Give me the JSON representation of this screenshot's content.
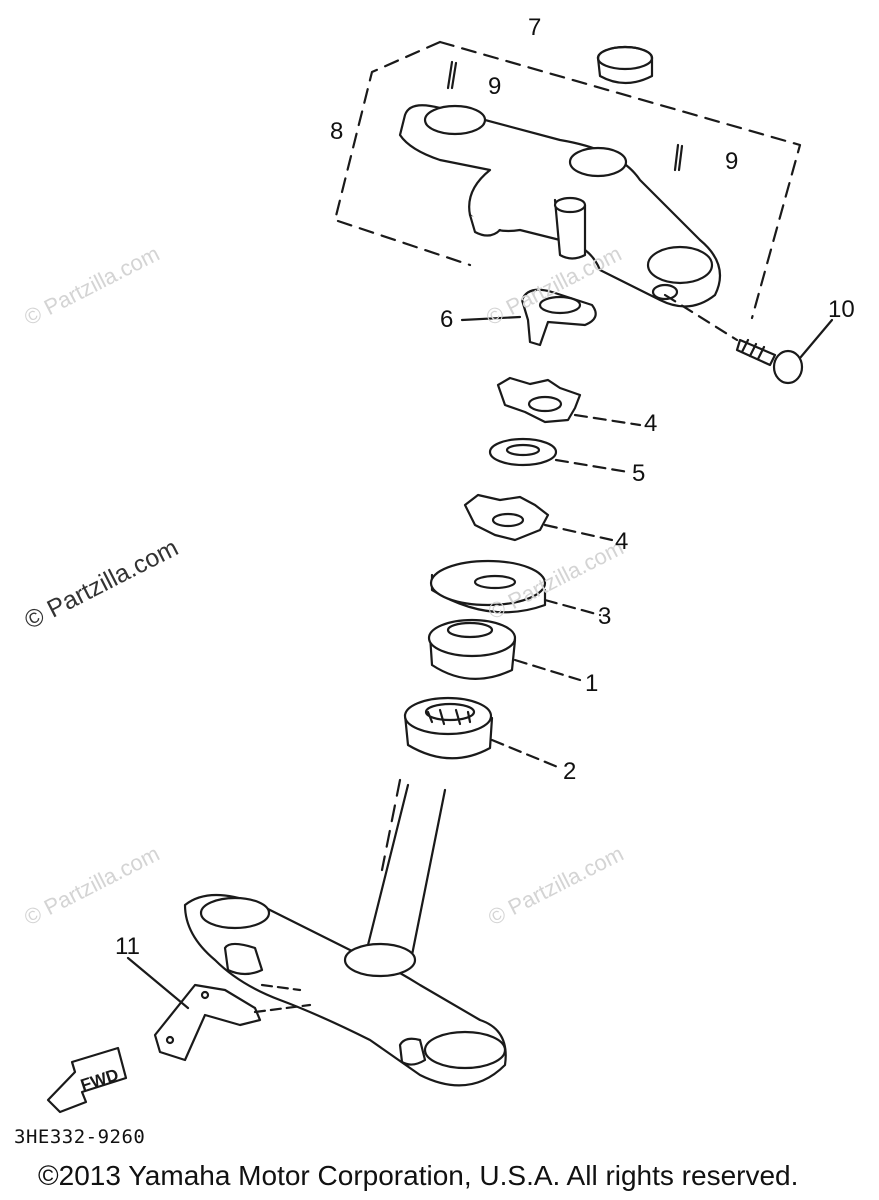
{
  "callouts": {
    "c1": "1",
    "c2": "2",
    "c3": "3",
    "c4a": "4",
    "c4b": "4",
    "c5": "5",
    "c6": "6",
    "c7": "7",
    "c8": "8",
    "c9a": "9",
    "c9b": "9",
    "c10": "10",
    "c11": "11"
  },
  "fwd_label": "FWD",
  "part_code": "3HE332-9260",
  "copyright": "©2013 Yamaha Motor Corporation, U.S.A. All rights reserved.",
  "watermark": "© Partzilla.com",
  "colors": {
    "line": "#1a1a1a",
    "watermark": "#d4d4d4"
  }
}
